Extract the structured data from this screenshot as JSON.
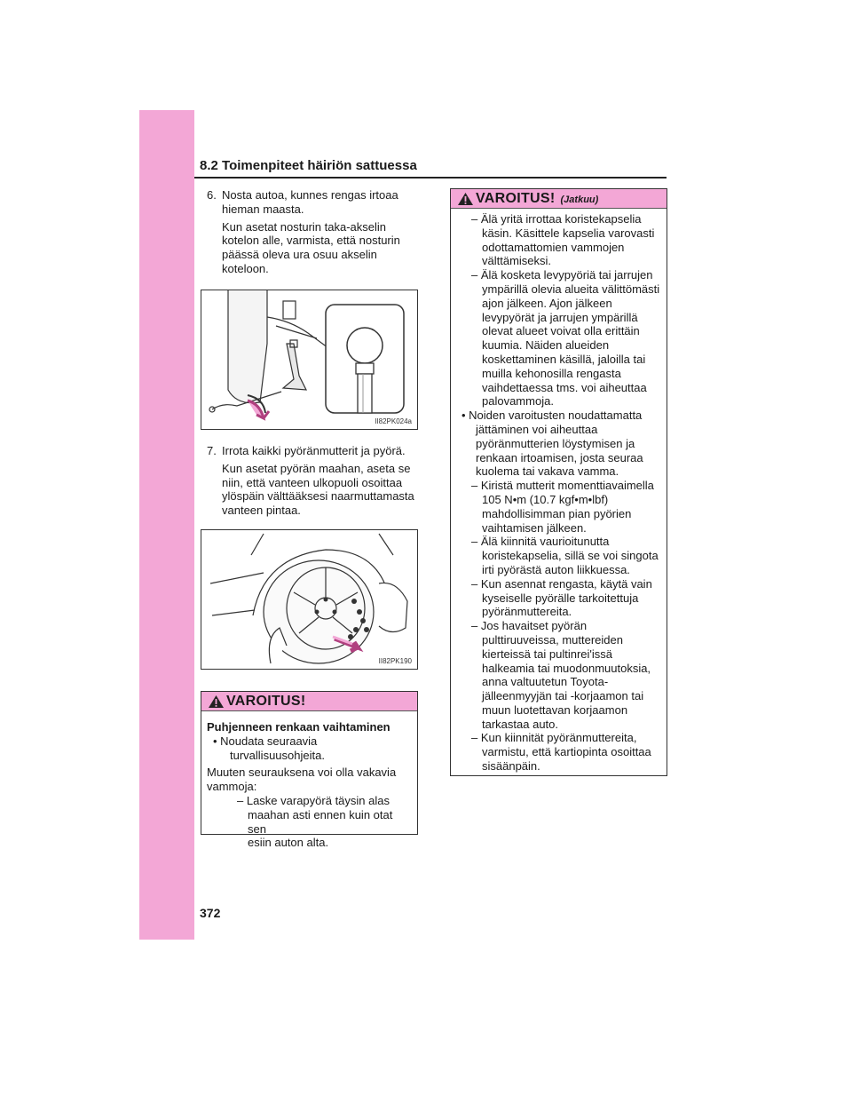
{
  "header": {
    "section": "8.2 Toimenpiteet häiriön sattuessa"
  },
  "page_number": "372",
  "steps": [
    {
      "num": "6.",
      "lines": [
        "Nosta autoa, kunnes rengas irtoaa",
        "hieman maasta."
      ],
      "note": [
        "Kun asetat nosturin taka-akselin",
        "kotelon alle, varmista, että nosturin",
        "päässä oleva ura osuu akselin",
        "koteloon."
      ]
    },
    {
      "num": "7.",
      "lines": [
        "Irrota kaikki pyöränmutterit ja pyörä."
      ],
      "note": [
        "Kun asetat pyörän maahan, aseta se",
        "niin, että vanteen ulkopuoli osoittaa",
        "ylöspäin välttääksesi naarmuttamasta",
        "vanteen pintaa."
      ]
    }
  ],
  "figures": {
    "fig1_code": "II82PK024a",
    "fig2_code": "II82PK190"
  },
  "warning_left": {
    "title": "VAROITUS!",
    "subtitle": "Puhjenneen renkaan vaihtaminen",
    "bullet1": [
      "• Noudata seuraavia",
      "turvallisuusohjeita."
    ],
    "intro": [
      "Muuten seurauksena voi olla vakavia",
      "vammoja:"
    ],
    "dash1": [
      "– Laske varapyörä täysin alas",
      "maahan asti ennen kuin otat sen",
      "esiin auton alta."
    ]
  },
  "warning_right": {
    "title": "VAROITUS!",
    "continued": "(Jatkuu)",
    "dashA": [
      "– Älä yritä irrottaa koristekapselia",
      "käsin. Käsittele kapselia varovasti",
      "odottamattomien vammojen",
      "välttämiseksi."
    ],
    "dashB": [
      "– Älä kosketa levypyöriä tai jarrujen",
      "ympärillä olevia alueita välittömästi",
      "ajon jälkeen. Ajon jälkeen",
      "levypyörät ja jarrujen ympärillä",
      "olevat alueet voivat olla erittäin",
      "kuumia. Näiden alueiden",
      "koskettaminen käsillä, jaloilla tai",
      "muilla kehonosilla rengasta",
      "vaihdettaessa tms. voi aiheuttaa",
      "palovammoja."
    ],
    "bullet": [
      "• Noiden varoitusten noudattamatta",
      "jättäminen voi aiheuttaa",
      "pyöränmutterien löystymisen ja",
      "renkaan irtoamisen, josta seuraa",
      "kuolema tai vakava vamma."
    ],
    "dashC": [
      "– Kiristä mutterit momenttiavaimella",
      "105 N•m (10.7 kgf•m•lbf)",
      "mahdollisimman pian pyörien",
      "vaihtamisen jälkeen."
    ],
    "dashD": [
      "– Älä kiinnitä vaurioitunutta",
      "koristekapselia, sillä se voi singota",
      "irti pyörästä auton liikkuessa."
    ],
    "dashE": [
      "– Kun asennat rengasta, käytä vain",
      "kyseiselle pyörälle tarkoitettuja",
      "pyöränmuttereita."
    ],
    "dashF": [
      "– Jos havaitset pyörän",
      "pulttiruuveissa, muttereiden",
      "kierteissä tai pultinrei'issä",
      "halkeamia tai muodonmuutoksia,",
      "anna valtuutetun Toyota-",
      "jälleenmyyjän tai -korjaamon tai",
      "muun luotettavan korjaamon",
      "tarkastaa auto."
    ],
    "dashG": [
      "– Kun kiinnität pyöränmuttereita,",
      "varmistu, että kartiopinta osoittaa",
      "sisäänpäin."
    ]
  }
}
